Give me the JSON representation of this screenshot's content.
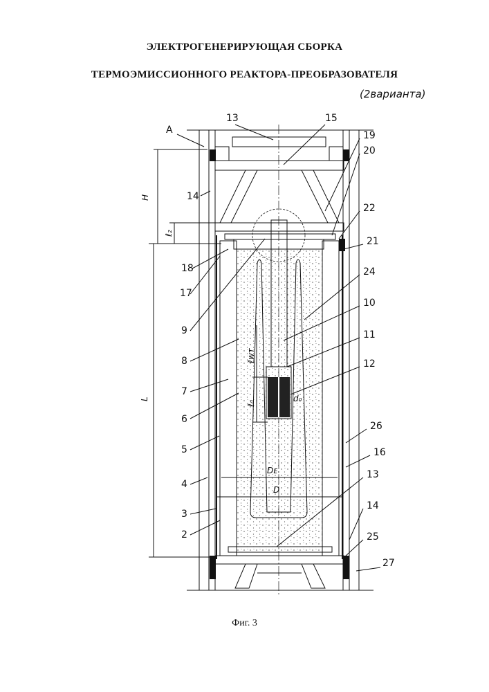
{
  "title_line1": "ЭЛЕКТРОГЕНЕРИРУЮЩАЯ СБОРКА",
  "title_line2": "ТЕРМОЭМИССИОННОГО РЕАКТОРА-ПРЕОБРАЗОВАТЕЛЯ",
  "variant_note": "(2варианта)",
  "caption": "Фиг. 3",
  "labels": {
    "A": "А",
    "n13_top": "13",
    "n15": "15",
    "n19": "19",
    "n20": "20",
    "n14_top": "14",
    "n22": "22",
    "n21": "21",
    "n18": "18",
    "n17": "17",
    "n24": "24",
    "n10": "10",
    "n9": "9",
    "n11": "11",
    "n8": "8",
    "n12": "12",
    "n7": "7",
    "n6": "6",
    "n26": "26",
    "n5": "5",
    "n16": "16",
    "n4": "4",
    "n13_bot": "13",
    "n3": "3",
    "n14_bot": "14",
    "n2": "2",
    "n25": "25",
    "n27": "27"
  },
  "dims": {
    "H": "H",
    "l2": "ℓ₂",
    "L": "L",
    "lwt": "ℓwт",
    "l0": "ℓ₀",
    "d0": "d₀",
    "DE": "Dᴇ",
    "D": "D"
  }
}
